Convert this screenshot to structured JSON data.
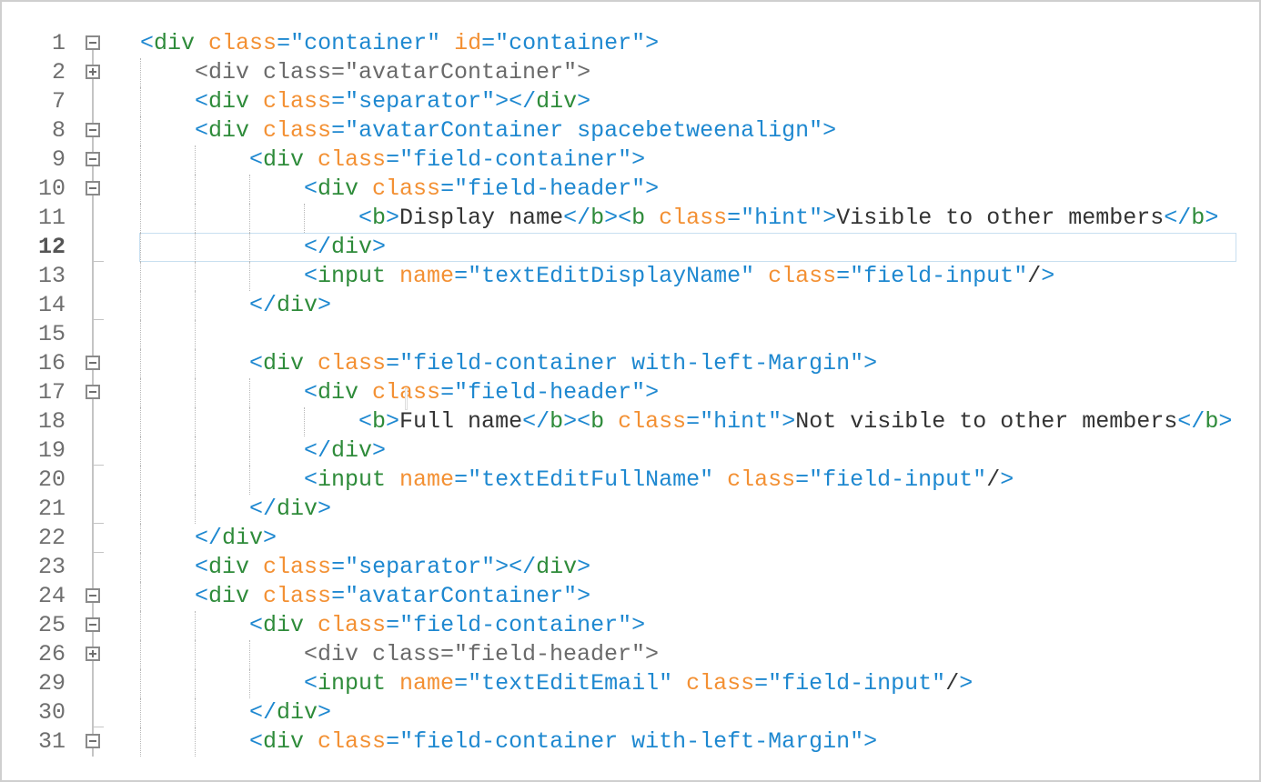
{
  "editor": {
    "current_line": "12",
    "lines": [
      {
        "num": "1",
        "indent": 0,
        "fold": "minus",
        "tokens": [
          [
            "br",
            "<"
          ],
          [
            "tg",
            "div"
          ],
          [
            "tx",
            " "
          ],
          [
            "at",
            "class"
          ],
          [
            "vl",
            "=\"container\""
          ],
          [
            "tx",
            " "
          ],
          [
            "at",
            "id"
          ],
          [
            "vl",
            "=\"container\""
          ],
          [
            "br",
            ">"
          ]
        ]
      },
      {
        "num": "2",
        "indent": 1,
        "fold": "plus",
        "collapsed": true,
        "tokens": [
          [
            "collapsed",
            "<div class=\"avatarContainer\">"
          ]
        ]
      },
      {
        "num": "7",
        "indent": 1,
        "fold": null,
        "tokens": [
          [
            "br",
            "<"
          ],
          [
            "tg",
            "div"
          ],
          [
            "tx",
            " "
          ],
          [
            "at",
            "class"
          ],
          [
            "vl",
            "=\"separator\""
          ],
          [
            "br",
            "></"
          ],
          [
            "tg",
            "div"
          ],
          [
            "br",
            ">"
          ]
        ]
      },
      {
        "num": "8",
        "indent": 1,
        "fold": "minus",
        "tokens": [
          [
            "br",
            "<"
          ],
          [
            "tg",
            "div"
          ],
          [
            "tx",
            " "
          ],
          [
            "at",
            "class"
          ],
          [
            "vl",
            "=\"avatarContainer spacebetweenalign\""
          ],
          [
            "br",
            ">"
          ]
        ]
      },
      {
        "num": "9",
        "indent": 2,
        "fold": "minus",
        "tokens": [
          [
            "br",
            "<"
          ],
          [
            "tg",
            "div"
          ],
          [
            "tx",
            " "
          ],
          [
            "at",
            "class"
          ],
          [
            "vl",
            "=\"field-container\""
          ],
          [
            "br",
            ">"
          ]
        ]
      },
      {
        "num": "10",
        "indent": 3,
        "fold": "minus",
        "tokens": [
          [
            "br",
            "<"
          ],
          [
            "tg",
            "div"
          ],
          [
            "tx",
            " "
          ],
          [
            "at",
            "class"
          ],
          [
            "vl",
            "=\"field-header\""
          ],
          [
            "br",
            ">"
          ]
        ]
      },
      {
        "num": "11",
        "indent": 4,
        "fold": null,
        "tokens": [
          [
            "br",
            "<"
          ],
          [
            "tg",
            "b"
          ],
          [
            "br",
            ">"
          ],
          [
            "tx",
            "Display name"
          ],
          [
            "br",
            "</"
          ],
          [
            "tg",
            "b"
          ],
          [
            "br",
            "><"
          ],
          [
            "tg",
            "b"
          ],
          [
            "tx",
            " "
          ],
          [
            "at",
            "class"
          ],
          [
            "vl",
            "=\"hint\""
          ],
          [
            "br",
            ">"
          ],
          [
            "tx",
            "Visible to other members"
          ],
          [
            "br",
            "</"
          ],
          [
            "tg",
            "b"
          ],
          [
            "br",
            ">"
          ]
        ]
      },
      {
        "num": "12",
        "indent": 3,
        "fold": null,
        "current": true,
        "tokens": [
          [
            "br",
            "</"
          ],
          [
            "tg",
            "div"
          ],
          [
            "br",
            ">"
          ]
        ]
      },
      {
        "num": "13",
        "indent": 3,
        "fold": null,
        "tokens": [
          [
            "br",
            "<"
          ],
          [
            "tg",
            "input"
          ],
          [
            "tx",
            " "
          ],
          [
            "at",
            "name"
          ],
          [
            "vl",
            "=\"textEditDisplayName\""
          ],
          [
            "tx",
            " "
          ],
          [
            "at",
            "class"
          ],
          [
            "vl",
            "=\"field-input\""
          ],
          [
            "sl",
            "/"
          ],
          [
            "br",
            ">"
          ]
        ]
      },
      {
        "num": "14",
        "indent": 2,
        "fold": null,
        "tokens": [
          [
            "br",
            "</"
          ],
          [
            "tg",
            "div"
          ],
          [
            "br",
            ">"
          ]
        ]
      },
      {
        "num": "15",
        "indent": 2,
        "fold": null,
        "tokens": []
      },
      {
        "num": "16",
        "indent": 2,
        "fold": "minus",
        "tokens": [
          [
            "br",
            "<"
          ],
          [
            "tg",
            "div"
          ],
          [
            "tx",
            " "
          ],
          [
            "at",
            "class"
          ],
          [
            "vl",
            "=\"field-container with-left-Margin\""
          ],
          [
            "br",
            ">"
          ]
        ]
      },
      {
        "num": "17",
        "indent": 3,
        "fold": "minus",
        "tokens": [
          [
            "br",
            "<"
          ],
          [
            "tg",
            "div"
          ],
          [
            "tx",
            " "
          ],
          [
            "at",
            "class"
          ],
          [
            "vl",
            "=\"field-header\""
          ],
          [
            "br",
            ">"
          ]
        ]
      },
      {
        "num": "18",
        "indent": 4,
        "fold": null,
        "tokens": [
          [
            "br",
            "<"
          ],
          [
            "tg",
            "b"
          ],
          [
            "br",
            ">"
          ],
          [
            "tx",
            "Full name"
          ],
          [
            "br",
            "</"
          ],
          [
            "tg",
            "b"
          ],
          [
            "br",
            "><"
          ],
          [
            "tg",
            "b"
          ],
          [
            "tx",
            " "
          ],
          [
            "at",
            "class"
          ],
          [
            "vl",
            "=\"hint\""
          ],
          [
            "br",
            ">"
          ],
          [
            "tx",
            "Not visible to other members"
          ],
          [
            "br",
            "</"
          ],
          [
            "tg",
            "b"
          ],
          [
            "br",
            ">"
          ]
        ]
      },
      {
        "num": "19",
        "indent": 3,
        "fold": null,
        "tokens": [
          [
            "br",
            "</"
          ],
          [
            "tg",
            "div"
          ],
          [
            "br",
            ">"
          ]
        ]
      },
      {
        "num": "20",
        "indent": 3,
        "fold": null,
        "tokens": [
          [
            "br",
            "<"
          ],
          [
            "tg",
            "input"
          ],
          [
            "tx",
            " "
          ],
          [
            "at",
            "name"
          ],
          [
            "vl",
            "=\"textEditFullName\""
          ],
          [
            "tx",
            " "
          ],
          [
            "at",
            "class"
          ],
          [
            "vl",
            "=\"field-input\""
          ],
          [
            "sl",
            "/"
          ],
          [
            "br",
            ">"
          ]
        ]
      },
      {
        "num": "21",
        "indent": 2,
        "fold": null,
        "tokens": [
          [
            "br",
            "</"
          ],
          [
            "tg",
            "div"
          ],
          [
            "br",
            ">"
          ]
        ]
      },
      {
        "num": "22",
        "indent": 1,
        "fold": null,
        "tokens": [
          [
            "br",
            "</"
          ],
          [
            "tg",
            "div"
          ],
          [
            "br",
            ">"
          ]
        ]
      },
      {
        "num": "23",
        "indent": 1,
        "fold": null,
        "tokens": [
          [
            "br",
            "<"
          ],
          [
            "tg",
            "div"
          ],
          [
            "tx",
            " "
          ],
          [
            "at",
            "class"
          ],
          [
            "vl",
            "=\"separator\""
          ],
          [
            "br",
            "></"
          ],
          [
            "tg",
            "div"
          ],
          [
            "br",
            ">"
          ]
        ]
      },
      {
        "num": "24",
        "indent": 1,
        "fold": "minus",
        "tokens": [
          [
            "br",
            "<"
          ],
          [
            "tg",
            "div"
          ],
          [
            "tx",
            " "
          ],
          [
            "at",
            "class"
          ],
          [
            "vl",
            "=\"avatarContainer\""
          ],
          [
            "br",
            ">"
          ]
        ]
      },
      {
        "num": "25",
        "indent": 2,
        "fold": "minus",
        "tokens": [
          [
            "br",
            "<"
          ],
          [
            "tg",
            "div"
          ],
          [
            "tx",
            " "
          ],
          [
            "at",
            "class"
          ],
          [
            "vl",
            "=\"field-container\""
          ],
          [
            "br",
            ">"
          ]
        ]
      },
      {
        "num": "26",
        "indent": 3,
        "fold": "plus",
        "collapsed": true,
        "tokens": [
          [
            "collapsed",
            "<div class=\"field-header\">"
          ]
        ]
      },
      {
        "num": "29",
        "indent": 3,
        "fold": null,
        "tokens": [
          [
            "br",
            "<"
          ],
          [
            "tg",
            "input"
          ],
          [
            "tx",
            " "
          ],
          [
            "at",
            "name"
          ],
          [
            "vl",
            "=\"textEditEmail\""
          ],
          [
            "tx",
            " "
          ],
          [
            "at",
            "class"
          ],
          [
            "vl",
            "=\"field-input\""
          ],
          [
            "sl",
            "/"
          ],
          [
            "br",
            ">"
          ]
        ]
      },
      {
        "num": "30",
        "indent": 2,
        "fold": null,
        "tokens": [
          [
            "br",
            "</"
          ],
          [
            "tg",
            "div"
          ],
          [
            "br",
            ">"
          ]
        ]
      },
      {
        "num": "31",
        "indent": 2,
        "fold": "minus",
        "tokens": [
          [
            "br",
            "<"
          ],
          [
            "tg",
            "div"
          ],
          [
            "tx",
            " "
          ],
          [
            "at",
            "class"
          ],
          [
            "vl",
            "=\"field-container with-left-Margin\""
          ],
          [
            "br",
            ">"
          ]
        ]
      }
    ],
    "guides": [
      [],
      [
        0
      ],
      [
        0
      ],
      [
        0
      ],
      [
        0,
        1
      ],
      [
        0,
        1,
        2
      ],
      [
        0,
        1,
        2,
        3
      ],
      [
        0,
        1,
        2
      ],
      [
        0,
        1,
        2
      ],
      [
        0,
        1
      ],
      [
        0,
        1
      ],
      [
        0,
        1
      ],
      [
        0,
        1,
        2
      ],
      [
        0,
        1,
        2,
        3
      ],
      [
        0,
        1,
        2
      ],
      [
        0,
        1,
        2
      ],
      [
        0,
        1
      ],
      [
        0
      ],
      [
        0
      ],
      [
        0
      ],
      [
        0,
        1
      ],
      [
        0,
        1,
        2
      ],
      [
        0,
        1,
        2
      ],
      [
        0,
        1
      ],
      [
        0,
        1
      ]
    ],
    "fold_ends_after": [
      "12",
      "14",
      "19",
      "21",
      "22",
      "30"
    ]
  },
  "colors": {
    "bracket": "#1e88d0",
    "tag": "#2e8b3a",
    "attribute": "#f39033",
    "value": "#1e88d0",
    "text": "#333333",
    "collapsed": "#6a6a6a",
    "line_number": "#6f6f6f"
  }
}
